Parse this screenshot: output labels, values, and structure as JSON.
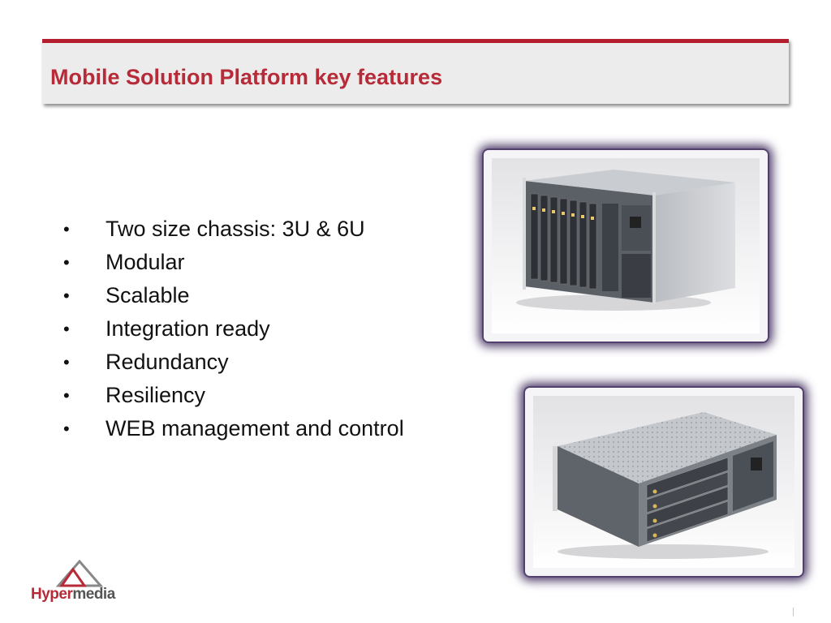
{
  "slide": {
    "title": "Mobile Solution Platform key features",
    "bullets": [
      "Two size chassis:  3U & 6U",
      "Modular",
      "Scalable",
      "Integration ready",
      "Redundancy",
      "Resiliency",
      "WEB management and control"
    ],
    "bullet_symbol": "•",
    "footer_mark": "|"
  },
  "images": {
    "top": "6U chassis photo",
    "bottom": "3U chassis photo"
  },
  "logo": {
    "part1": "Hyper",
    "part2": "media"
  },
  "colors": {
    "accent": "#b41f30",
    "title_text": "#b72a37",
    "title_bg": "#ececec",
    "frame_glow": "#4d3b68"
  }
}
